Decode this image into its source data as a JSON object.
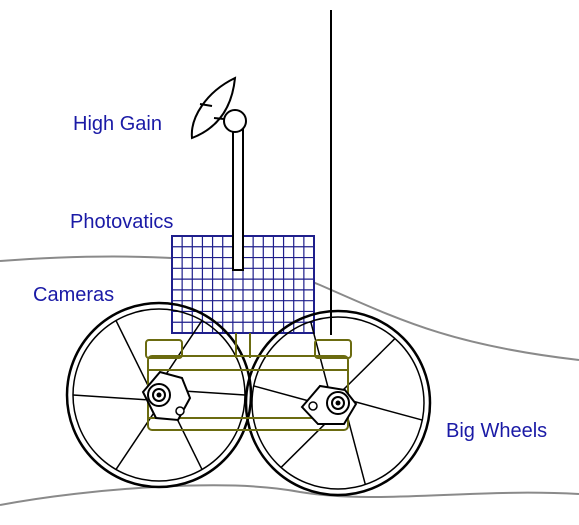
{
  "labels": {
    "high_gain": "High Gain",
    "photovatics": "Photovatics",
    "cameras": "Cameras",
    "big_wheels": "Big Wheels"
  },
  "colors": {
    "label_text": "#1a1aa6",
    "panel_grid": "#1f1f8c",
    "chassis": "#6b6b10",
    "terrain": "#8a8a8a",
    "ink": "#000000"
  },
  "wheels": {
    "spoke_count": 6
  },
  "panel": {
    "columns": 14,
    "rows": 9
  }
}
